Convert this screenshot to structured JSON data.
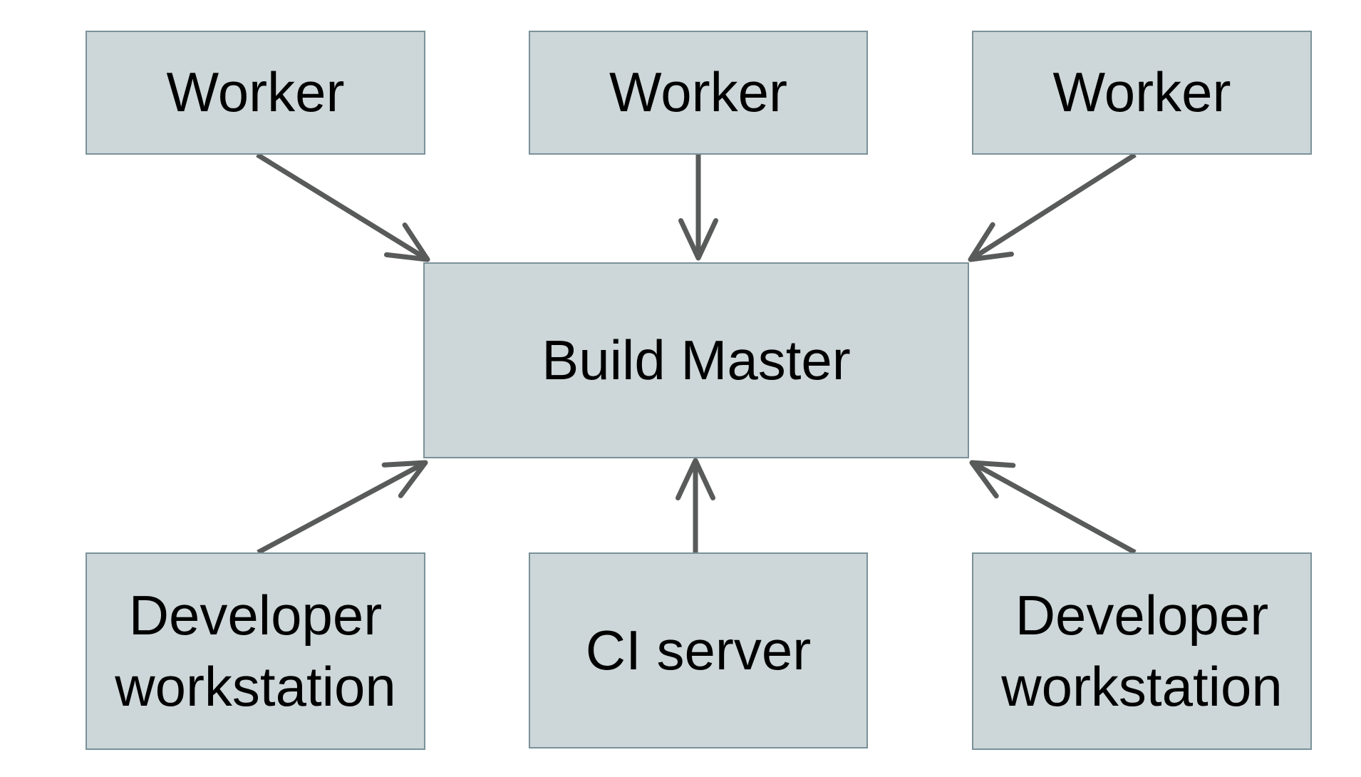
{
  "diagram": {
    "type": "architecture-diagram",
    "nodes": {
      "worker1": {
        "label": "Worker"
      },
      "worker2": {
        "label": "Worker"
      },
      "worker3": {
        "label": "Worker"
      },
      "build_master": {
        "label": "Build Master"
      },
      "dev_left": {
        "label": "Developer workstation"
      },
      "ci_server": {
        "label": "CI server"
      },
      "dev_right": {
        "label": "Developer workstation"
      }
    },
    "edges": [
      {
        "from": "worker1",
        "to": "build_master",
        "direction": "down-right"
      },
      {
        "from": "worker2",
        "to": "build_master",
        "direction": "down"
      },
      {
        "from": "worker3",
        "to": "build_master",
        "direction": "down-left"
      },
      {
        "from": "dev_left",
        "to": "build_master",
        "direction": "up-right"
      },
      {
        "from": "ci_server",
        "to": "build_master",
        "direction": "up"
      },
      {
        "from": "dev_right",
        "to": "build_master",
        "direction": "up-left"
      }
    ]
  },
  "colors": {
    "background": "#ffffff",
    "node-fill": "#cdd6d8",
    "node-border": "#7a9199",
    "arrow": "#595a5a",
    "text": "#000000"
  }
}
